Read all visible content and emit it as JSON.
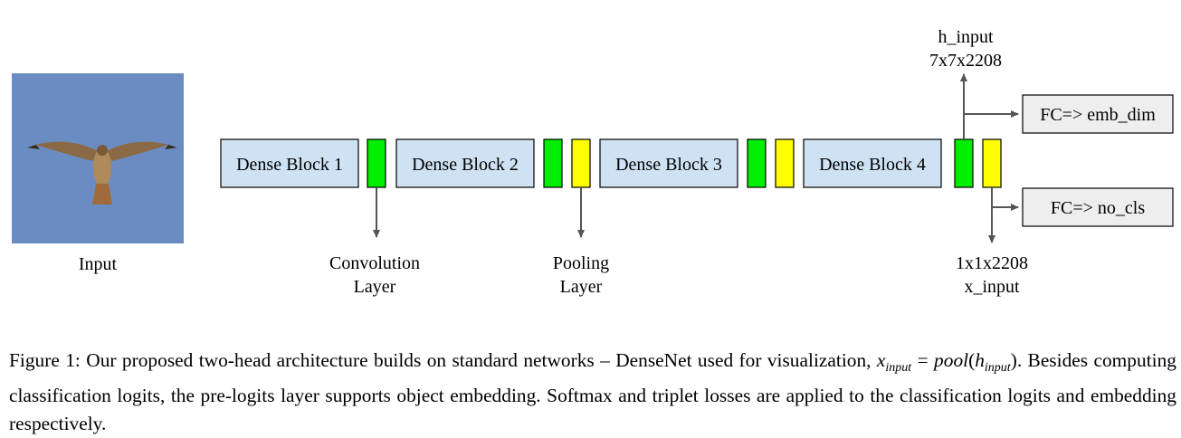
{
  "diagram": {
    "input_label": "Input",
    "blocks": [
      "Dense Block 1",
      "Dense Block 2",
      "Dense Block 3",
      "Dense Block 4"
    ],
    "conv_label_1": "Convolution",
    "conv_label_2": "Layer",
    "pool_label_1": "Pooling",
    "pool_label_2": "Layer",
    "h_input_name": "h_input",
    "h_input_shape": "7x7x2208",
    "x_input_shape": "1x1x2208",
    "x_input_name": "x_input",
    "fc_emb": "FC=> emb_dim",
    "fc_cls": "FC=> no_cls"
  },
  "caption": {
    "prefix": "Figure 1: Our proposed two-head architecture builds on standard networks – DenseNet used for visualization,",
    "x": "x",
    "x_sub": "input",
    "eq": "=",
    "pool": "pool",
    "h": "h",
    "h_sub": "input",
    "suffix": ". Besides computing classification logits, the pre-logits layer supports object embedding. Softmax and triplet losses are applied to the classification logits and embedding respectively."
  },
  "colors": {
    "dense_block": "#cfe2f3",
    "conv_layer": "#00ee00",
    "pool_layer": "#ffff00",
    "fc_box": "#eeeeee",
    "sky": "#6b8cc2"
  }
}
